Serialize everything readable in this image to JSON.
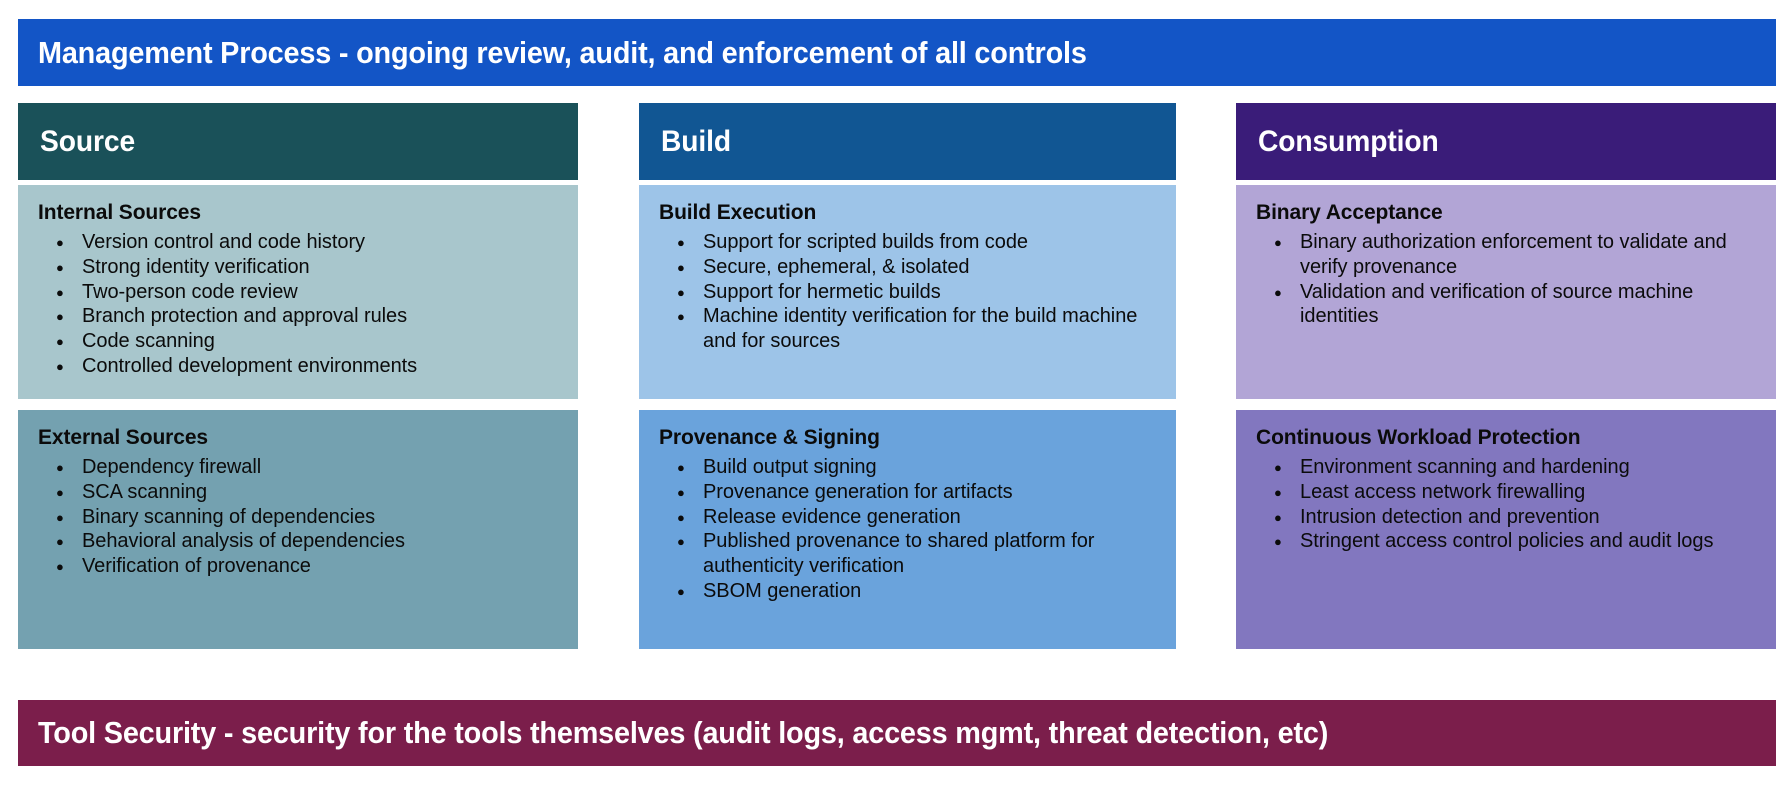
{
  "banners": {
    "management": {
      "label": "Management Process - ongoing review, audit, and enforcement of all controls",
      "color": "#1355c6"
    },
    "tool_security": {
      "label": "Tool Security - security for the tools themselves (audit logs, access mgmt, threat detection, etc)",
      "color": "#7b1e4b"
    }
  },
  "columns": [
    {
      "header": "Source",
      "header_color": "#1a5159",
      "cards": [
        {
          "title": "Internal Sources",
          "color": "#a8c6cc",
          "items": [
            "Version control and code history",
            "Strong identity verification",
            "Two-person code review",
            "Branch protection and approval rules",
            "Code scanning",
            "Controlled development environments"
          ]
        },
        {
          "title": "External Sources",
          "color": "#74a1b0",
          "items": [
            "Dependency firewall",
            "SCA scanning",
            "Binary scanning of dependencies",
            "Behavioral analysis of dependencies",
            "Verification of provenance"
          ]
        }
      ]
    },
    {
      "header": "Build",
      "header_color": "#115693",
      "cards": [
        {
          "title": "Build Execution",
          "color": "#9dc4e8",
          "items": [
            "Support for scripted builds from code",
            "Secure, ephemeral, & isolated",
            "Support for hermetic builds",
            "Machine identity verification for the build machine and for sources"
          ]
        },
        {
          "title": "Provenance & Signing",
          "color": "#6aa3dc",
          "items": [
            "Build output signing",
            "Provenance generation for artifacts",
            "Release evidence generation",
            "Published provenance to shared platform for authenticity verification",
            "SBOM generation"
          ]
        }
      ]
    },
    {
      "header": "Consumption",
      "header_color": "#3a1c79",
      "cards": [
        {
          "title": "Binary Acceptance",
          "color": "#b2a5d6",
          "items": [
            "Binary authorization enforcement to validate and verify provenance",
            "Validation and verification of source machine identities"
          ]
        },
        {
          "title": "Continuous Workload Protection",
          "color": "#8277bf",
          "items": [
            "Environment scanning and hardening",
            "Least access network firewalling",
            "Intrusion detection and prevention",
            "Stringent access control policies and audit logs"
          ]
        }
      ]
    }
  ]
}
